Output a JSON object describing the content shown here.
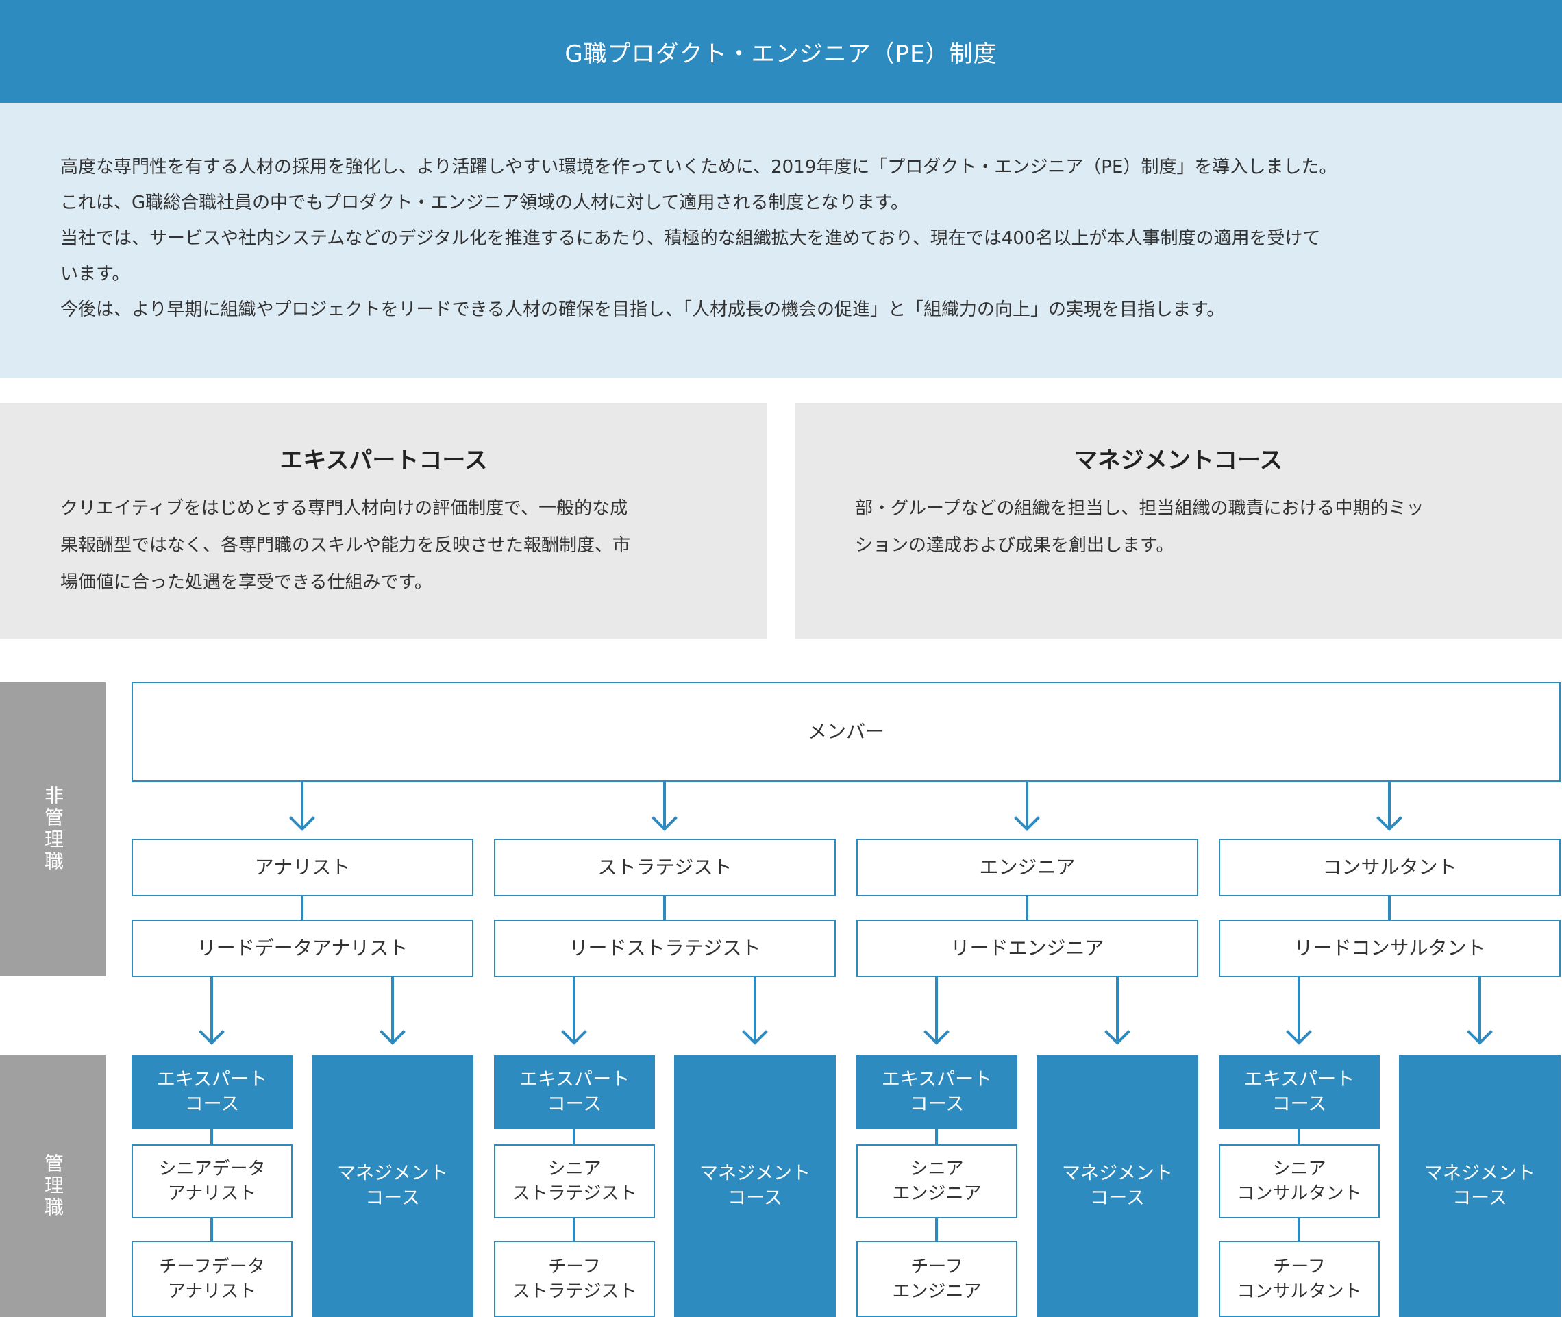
{
  "header": {
    "title": "G職プロダクト・エンジニア（PE）制度"
  },
  "intro": {
    "lines": [
      "高度な専門性を有する人材の採用を強化し、より活躍しやすい環境を作っていくために、2019年度に「プロダクト・エンジニア（PE）制度」を導入しました。",
      "これは、G職総合職社員の中でもプロダクト・エンジニア領域の人材に対して適用される制度となります。",
      "当社では、サービスや社内システムなどのデジタル化を推進するにあたり、積極的な組織拡大を進めており、現在では400名以上が本人事制度の適用を受けて",
      "います。",
      "今後は、より早期に組織やプロジェクトをリードできる人材の確保を目指し、「人材成長の機会の促進」と「組織力の向上」の実現を目指します。"
    ]
  },
  "courses": {
    "expert": {
      "title": "エキスパートコース",
      "lines": [
        "クリエイティブをはじめとする専門人材向けの評価制度で、一般的な成",
        "果報酬型ではなく、各専門職のスキルや能力を反映させた報酬制度、市",
        "場価値に合った処遇を享受できる仕組みです。"
      ]
    },
    "management": {
      "title": "マネジメントコース",
      "lines": [
        "部・グループなどの組織を担当し、担当組織の職責における中期的ミッ",
        "ションの達成および成果を創出します。"
      ]
    }
  },
  "diagram": {
    "side_labels": {
      "non_management": "非管理職",
      "management": "管理職"
    },
    "member": "メンバー",
    "tracks": [
      {
        "role": "アナリスト",
        "lead": "リードデータアナリスト",
        "expert": "エキスパート\nコース",
        "senior": "シニアデータ\nアナリスト",
        "chief": "チーフデータ\nアナリスト",
        "management": "マネジメント\nコース"
      },
      {
        "role": "ストラテジスト",
        "lead": "リードストラテジスト",
        "expert": "エキスパート\nコース",
        "senior": "シニア\nストラテジスト",
        "chief": "チーフ\nストラテジスト",
        "management": "マネジメント\nコース"
      },
      {
        "role": "エンジニア",
        "lead": "リードエンジニア",
        "expert": "エキスパート\nコース",
        "senior": "シニア\nエンジニア",
        "chief": "チーフ\nエンジニア",
        "management": "マネジメント\nコース"
      },
      {
        "role": "コンサルタント",
        "lead": "リードコンサルタント",
        "expert": "エキスパート\nコース",
        "senior": "シニア\nコンサルタント",
        "chief": "チーフ\nコンサルタント",
        "management": "マネジメント\nコース"
      }
    ],
    "colors": {
      "accent": "#2e8bc0",
      "side": "#a0a0a0",
      "intro_bg": "#ddebf5",
      "course_bg": "#e9e9e9"
    }
  }
}
